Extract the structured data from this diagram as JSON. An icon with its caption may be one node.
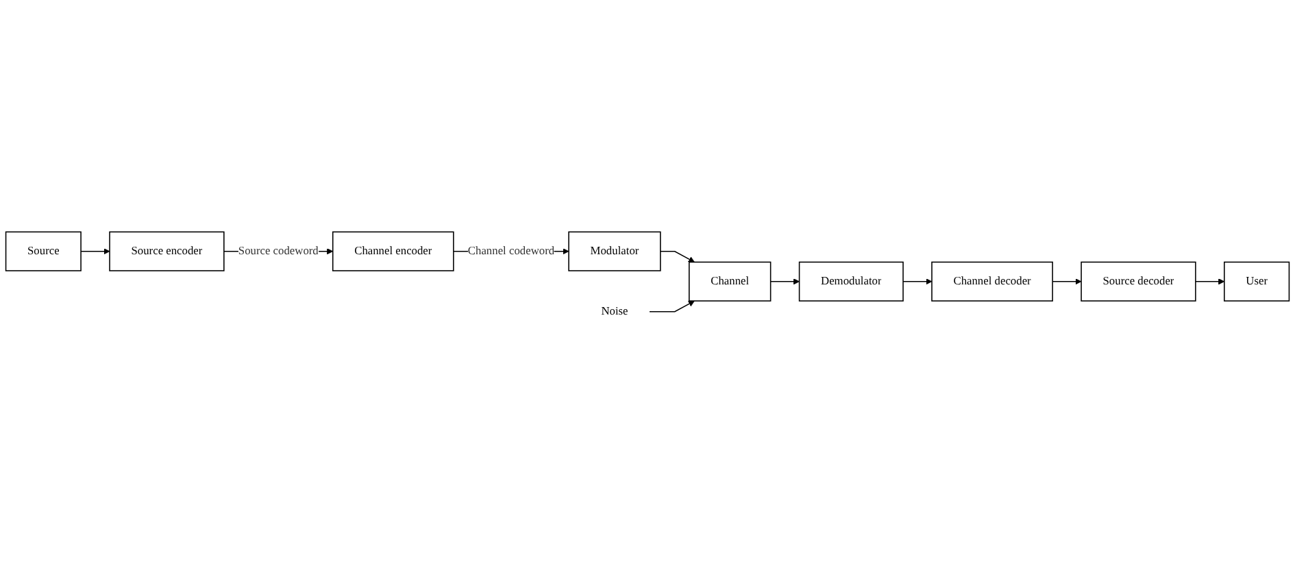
{
  "diagram": {
    "nodes": [
      {
        "text": [
          "Source"
        ]
      },
      {
        "text": [
          "Source encoder"
        ]
      },
      {
        "text": [
          "Channel encoder"
        ]
      },
      {
        "text": [
          "Modulator"
        ]
      },
      {
        "text": [
          "Channel"
        ]
      },
      {
        "text": [
          "Demodulator"
        ]
      },
      {
        "text": [
          "Channel decoder"
        ]
      },
      {
        "text": [
          "Source decoder"
        ]
      },
      {
        "text": [
          "User"
        ]
      },
      {
        "text": [
          "Noise"
        ]
      }
    ],
    "edges": [
      {
        "from": 0,
        "to": 1,
        "arrow": "to"
      },
      {
        "from": 1,
        "to": 2,
        "arrow": "to",
        "label": "Source codeword"
      },
      {
        "from": 2,
        "to": 3,
        "arrow": "to",
        "label": "Channel codeword"
      },
      {
        "from": 3,
        "to": 4,
        "arrow": "to"
      },
      {
        "from": 9,
        "to": 4,
        "arrow": "to"
      },
      {
        "from": 4,
        "to": 5,
        "arrow": "to"
      },
      {
        "from": 5,
        "to": 6,
        "arrow": "to"
      },
      {
        "from": 6,
        "to": 7,
        "arrow": "to"
      },
      {
        "from": 7,
        "to": 8,
        "arrow": "to"
      }
    ]
  }
}
